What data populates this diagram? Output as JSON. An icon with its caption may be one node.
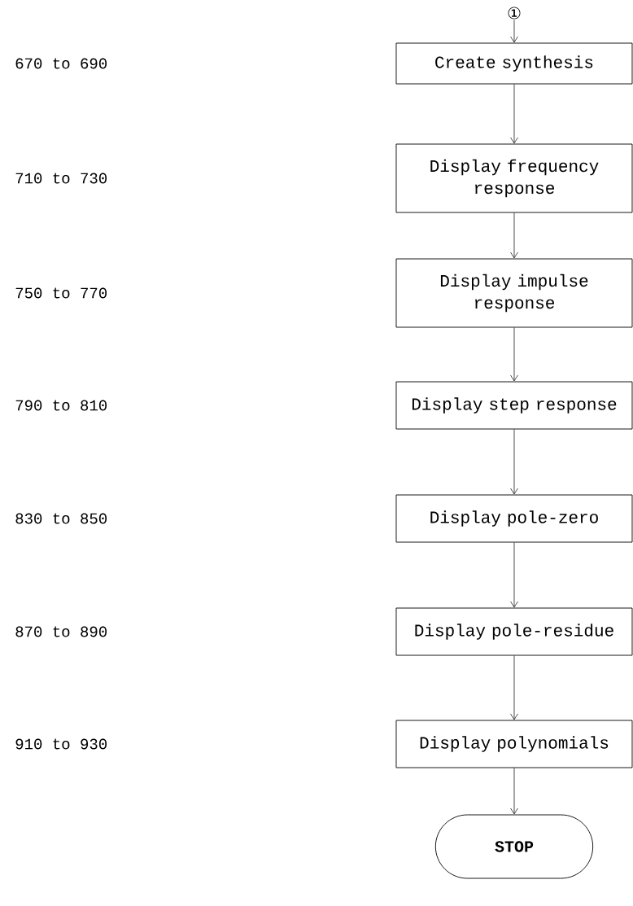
{
  "diagram": {
    "nodes": [
      {
        "text": [
          "①"
        ]
      },
      {
        "text": [
          "Create synthesis"
        ]
      },
      {
        "text": [
          "Display frequency response"
        ]
      },
      {
        "text": [
          "Display impulse response"
        ]
      },
      {
        "text": [
          "Display step response"
        ]
      },
      {
        "text": [
          "Display pole-zero"
        ]
      },
      {
        "text": [
          "Display pole-residue"
        ]
      },
      {
        "text": [
          "Display polynomials"
        ]
      },
      {
        "text": [
          "STOP"
        ]
      }
    ],
    "edges": [
      {
        "from": 0,
        "to": 1,
        "arrow": "to"
      },
      {
        "from": 1,
        "to": 2,
        "arrow": "to"
      },
      {
        "from": 2,
        "to": 3,
        "arrow": "to"
      },
      {
        "from": 3,
        "to": 4,
        "arrow": "to"
      },
      {
        "from": 4,
        "to": 5,
        "arrow": "to"
      },
      {
        "from": 5,
        "to": 6,
        "arrow": "to"
      },
      {
        "from": 6,
        "to": 7,
        "arrow": "to"
      },
      {
        "from": 7,
        "to": 8,
        "arrow": "to"
      }
    ],
    "labels": [
      "670 to 690",
      "710 to 730",
      "750 to 770",
      "790 to 810",
      "830 to 850",
      "870 to 890",
      "910 to 930"
    ]
  }
}
